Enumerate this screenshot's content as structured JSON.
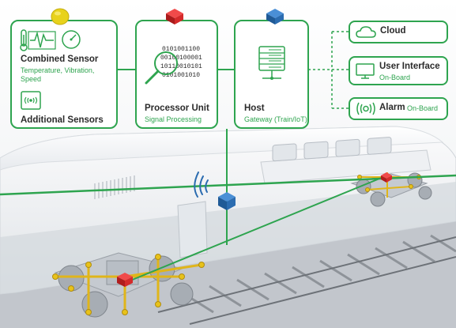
{
  "sensor": {
    "title": "Combined Sensor",
    "line1": "Temperature, Vibration,",
    "line2": "Speed",
    "additional": "Additional Sensors"
  },
  "processor": {
    "title": "Processor Unit",
    "sub": "Signal Processing",
    "binary": [
      "0101001100",
      "00100100001",
      "10110010101",
      "0101001010"
    ]
  },
  "host": {
    "title": "Host",
    "sub": "Gateway (Train/IoT)"
  },
  "outputs": {
    "cloud": "Cloud",
    "ui_title": "User Interface",
    "ui_sub": "On-Board",
    "alarm_title": "Alarm",
    "alarm_sub": "On-Board"
  },
  "colors": {
    "accent": "#2ea44f",
    "sensor_cube": "#e8d21c",
    "processor_cube": "#d42a2a",
    "host_cube": "#2b6cb0"
  }
}
